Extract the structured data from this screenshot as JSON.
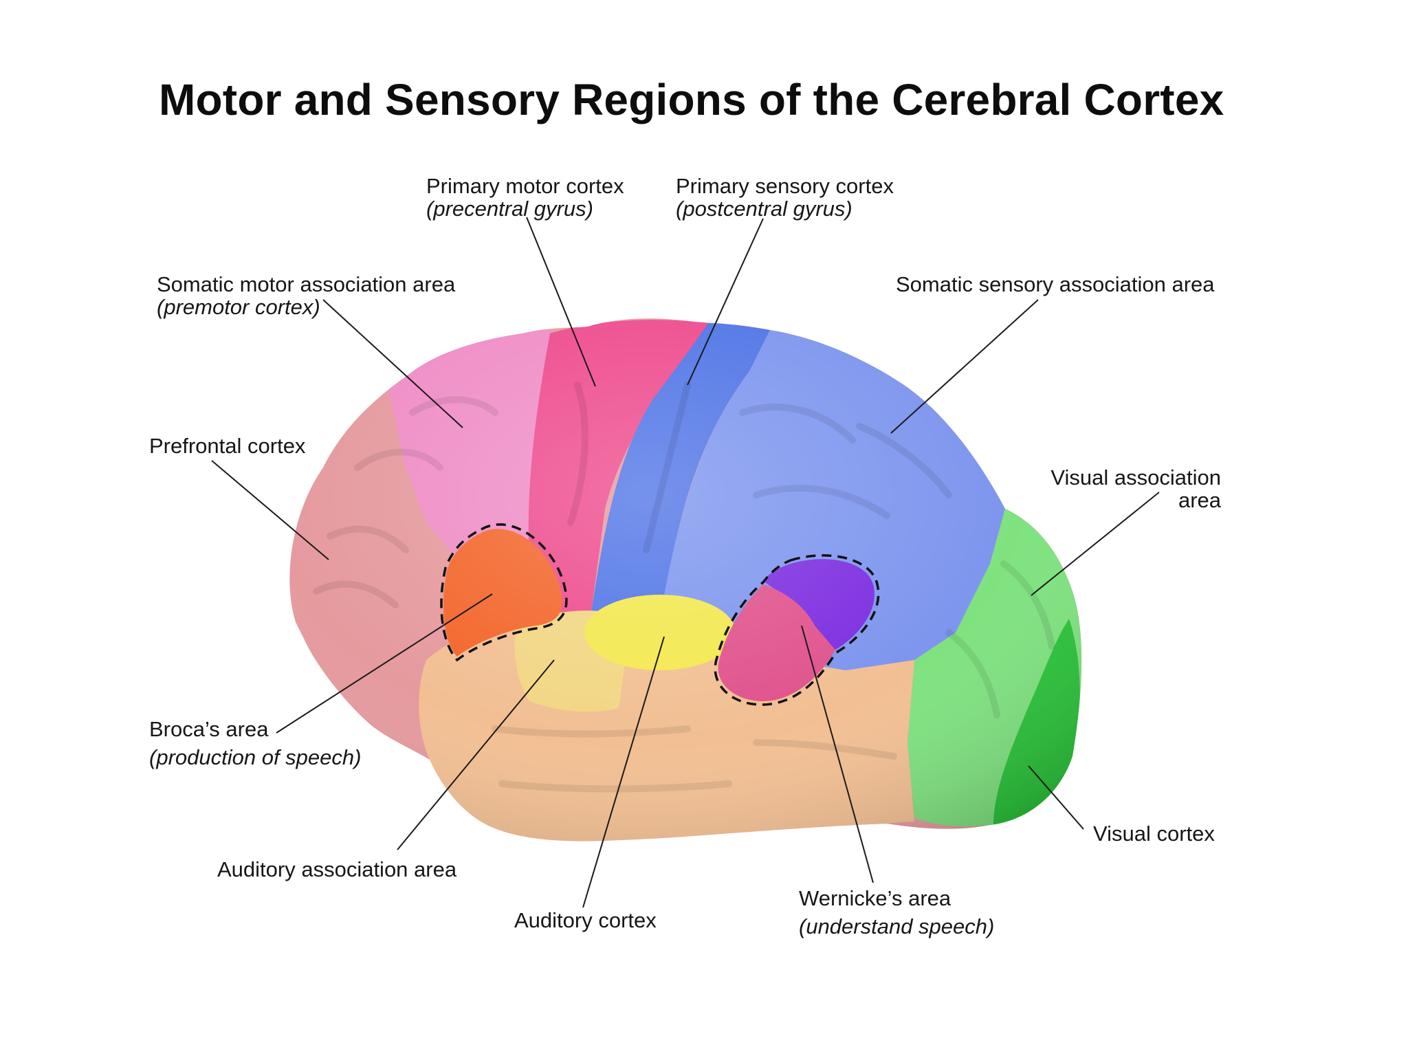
{
  "title": "Motor and Sensory Regions of the Cerebral Cortex",
  "colors": {
    "prefrontal": "#e59a9e",
    "premotor": "#ef8dc7",
    "primary_motor": "#ee4a8c",
    "primary_sensory": "#4f74e6",
    "somatic_sensory_association": "#7d95ee",
    "visual_association": "#7fe27f",
    "visual_cortex": "#2bc33a",
    "temporal": "#f2bf93",
    "auditory": "#f3e84f",
    "auditory_association": "#f1d683",
    "broca": "#f3652a",
    "wernicke_upper": "#7c2de0",
    "wernicke_lower": "#e0528c",
    "leader_line": "#1a1a1a"
  },
  "labels": {
    "primary_motor": {
      "name": "Primary motor cortex",
      "detail": "(precentral gyrus)"
    },
    "primary_sensory": {
      "name": "Primary sensory cortex",
      "detail": "(postcentral gyrus)"
    },
    "somatic_motor_association": {
      "name": "Somatic motor association area",
      "detail": "(premotor cortex)"
    },
    "somatic_sensory_association": {
      "name": "Somatic sensory association area"
    },
    "prefrontal": {
      "name": "Prefrontal cortex"
    },
    "visual_association": {
      "line1": "Visual association",
      "line2": "area"
    },
    "broca": {
      "name": "Broca’s area",
      "detail": "(production of speech)"
    },
    "visual_cortex": {
      "name": "Visual cortex"
    },
    "auditory_association": {
      "name": "Auditory association area"
    },
    "auditory_cortex": {
      "name": "Auditory cortex"
    },
    "wernicke": {
      "name": "Wernicke’s area",
      "detail": "(understand speech)"
    }
  }
}
